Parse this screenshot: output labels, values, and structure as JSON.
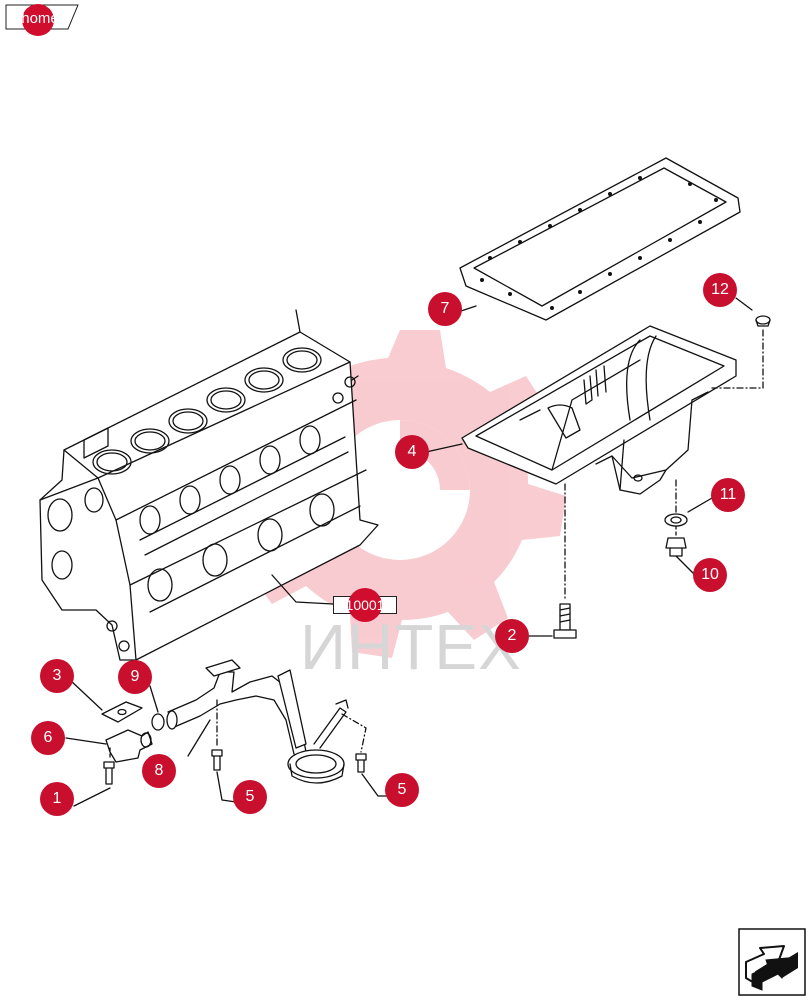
{
  "nav": {
    "home_label": "home",
    "next_icon": "arrow-next-icon"
  },
  "diagram": {
    "reference_label": "10001",
    "watermark_text": "ИНТЕХ",
    "watermark_logo": "gear-logo",
    "callout_color": "#c8102e",
    "callouts": [
      {
        "id": "c1",
        "label": "1"
      },
      {
        "id": "c2",
        "label": "2"
      },
      {
        "id": "c3",
        "label": "3"
      },
      {
        "id": "c4",
        "label": "4"
      },
      {
        "id": "c5a",
        "label": "5"
      },
      {
        "id": "c5b",
        "label": "5"
      },
      {
        "id": "c6",
        "label": "6"
      },
      {
        "id": "c7",
        "label": "7"
      },
      {
        "id": "c8",
        "label": "8"
      },
      {
        "id": "c9",
        "label": "9"
      },
      {
        "id": "c10",
        "label": "10"
      },
      {
        "id": "c11",
        "label": "11"
      },
      {
        "id": "c12",
        "label": "12"
      }
    ]
  }
}
